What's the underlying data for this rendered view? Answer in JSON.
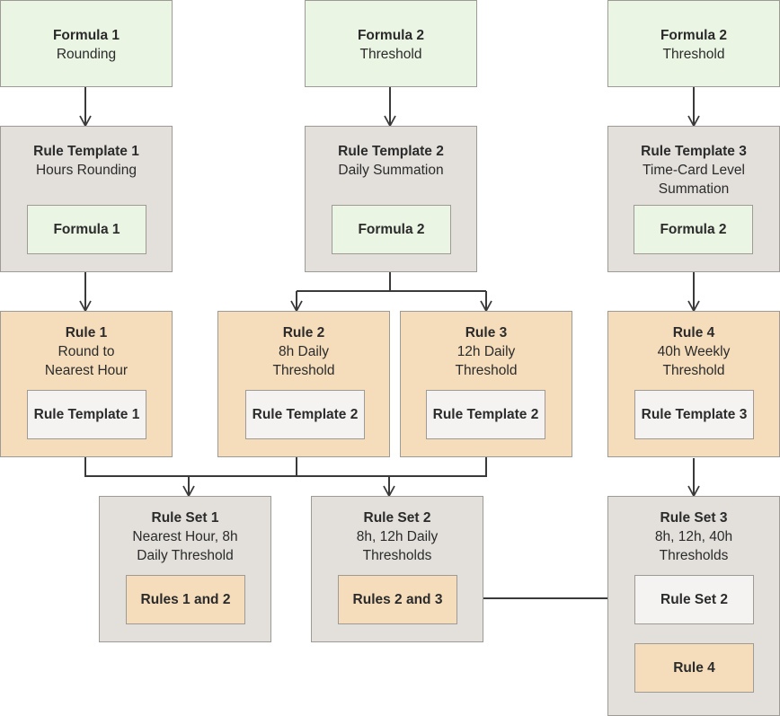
{
  "formulas": [
    {
      "title": "Formula 1",
      "subtitle": "Rounding"
    },
    {
      "title": "Formula 2",
      "subtitle": "Threshold"
    },
    {
      "title": "Formula 2",
      "subtitle": "Threshold"
    }
  ],
  "templates": [
    {
      "title": "Rule Template 1",
      "subtitle": [
        "Hours Rounding"
      ],
      "contains": "Formula 1"
    },
    {
      "title": "Rule Template 2",
      "subtitle": [
        "Daily Summation"
      ],
      "contains": "Formula 2"
    },
    {
      "title": "Rule Template 3",
      "subtitle": [
        "Time-Card Level",
        "Summation"
      ],
      "contains": "Formula 2"
    }
  ],
  "rules": [
    {
      "title": "Rule 1",
      "subtitle": [
        "Round to",
        "Nearest Hour"
      ],
      "contains": "Rule Template 1"
    },
    {
      "title": "Rule 2",
      "subtitle": [
        "8h Daily",
        "Threshold"
      ],
      "contains": "Rule Template 2"
    },
    {
      "title": "Rule 3",
      "subtitle": [
        "12h Daily",
        "Threshold"
      ],
      "contains": "Rule Template 2"
    },
    {
      "title": "Rule 4",
      "subtitle": [
        "40h Weekly",
        "Threshold"
      ],
      "contains": "Rule Template 3"
    }
  ],
  "rule_sets": [
    {
      "title": "Rule Set 1",
      "subtitle": [
        "Nearest Hour, 8h",
        "Daily Threshold"
      ],
      "contains": [
        "Rules 1 and 2"
      ]
    },
    {
      "title": "Rule Set 2",
      "subtitle": [
        "8h, 12h Daily",
        "Thresholds"
      ],
      "contains": [
        "Rules 2 and 3"
      ]
    },
    {
      "title": "Rule Set 3",
      "subtitle": [
        "8h, 12h, 40h",
        "Thresholds"
      ],
      "contains": [
        "Rule Set 2",
        "Rule 4"
      ]
    }
  ],
  "colors": {
    "formula_fill": "#eaf5e3",
    "template_fill": "#e3e0dc",
    "rule_fill": "#f5ddbb",
    "nested_rule_set_fill": "#f4f3f2",
    "border": "#9e9b97",
    "connector": "#3a3a3a"
  }
}
